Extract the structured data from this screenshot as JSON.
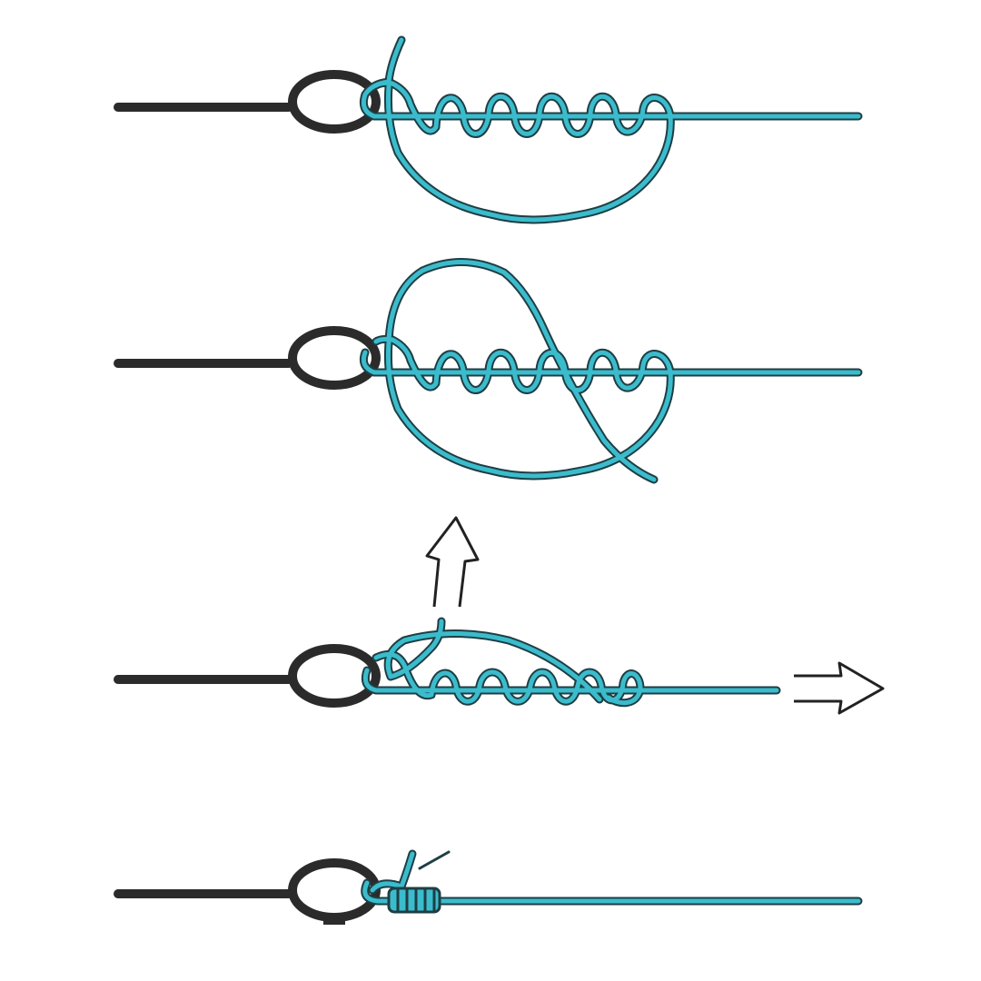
{
  "diagram": {
    "subject": "knot-tying-steps",
    "step_count": 4,
    "colors": {
      "background": "#ffffff",
      "hook_eye": "#2b2b2b",
      "line_fill": "#3bbccc",
      "line_outline": "#1e3e44",
      "loop_fill": "#fafafa",
      "arrow_stroke": "#222222"
    },
    "steps": [
      {
        "order": 1,
        "wraps": 6,
        "tag_end": "up"
      },
      {
        "order": 2,
        "wraps": 6,
        "tag_end": "down"
      },
      {
        "order": 3,
        "wraps": 7,
        "pull": [
          "up",
          "right"
        ]
      },
      {
        "order": 4,
        "wraps": 5,
        "state": "tightened"
      }
    ],
    "icons": [
      "eye-hook-icon",
      "up-arrow-icon",
      "right-arrow-icon",
      "trim-mark-icon"
    ]
  }
}
